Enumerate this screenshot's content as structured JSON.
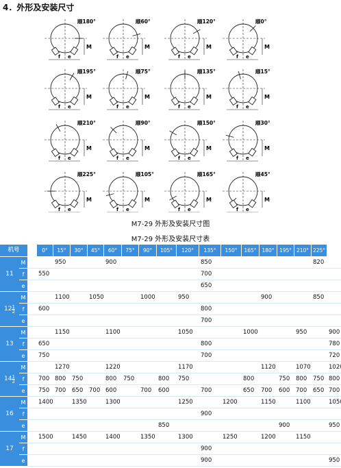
{
  "heading": "4．外形及安装尺寸",
  "figure_caption": "M7-29 外形及安装尺寸图",
  "table_caption": "M7-29 外形及安装尺寸表",
  "diagram_labels": [
    "顺180°",
    "顺60°",
    "顺120°",
    "顺0°",
    "顺195°",
    "顺75°",
    "顺135°",
    "顺15°",
    "顺210°",
    "顺90°",
    "顺150°",
    "顺30°",
    "顺225°",
    "顺105°",
    "顺165°",
    "顺45°"
  ],
  "dimension_letters": {
    "M": "M",
    "f": "f",
    "e": "e"
  },
  "table": {
    "header_model": "机号",
    "angles": [
      "0°",
      "15°",
      "30°",
      "45°",
      "60°",
      "75°",
      "90°",
      "105°",
      "120°",
      "135°",
      "150°",
      "165°",
      "180°",
      "195°",
      "210°",
      "225°"
    ],
    "rows": [
      {
        "model": "11",
        "param": "M",
        "values": [
          {
            "col": 1,
            "text": "950"
          },
          {
            "col": 4,
            "text": "900"
          },
          {
            "col": 9,
            "text": "850"
          },
          {
            "col": 15,
            "text": "820"
          }
        ]
      },
      {
        "model": "11",
        "param": "f",
        "values": [
          {
            "col": 0,
            "text": "550"
          },
          {
            "col": 9,
            "text": "700"
          }
        ]
      },
      {
        "model": "11",
        "param": "e",
        "values": [
          {
            "col": 9,
            "text": "650"
          }
        ]
      },
      {
        "model": "12 1/2",
        "param": "M",
        "values": [
          {
            "col": 1,
            "text": "1100"
          },
          {
            "col": 3,
            "text": "1050"
          },
          {
            "col": 6,
            "text": "1000"
          },
          {
            "col": 8,
            "text": "950"
          },
          {
            "col": 12,
            "text": "900"
          },
          {
            "col": 15,
            "text": "850"
          }
        ]
      },
      {
        "model": "12 1/2",
        "param": "f",
        "values": [
          {
            "col": 0,
            "text": "600"
          },
          {
            "col": 9,
            "text": "800"
          }
        ]
      },
      {
        "model": "12 1/2",
        "param": "e",
        "values": [
          {
            "col": 9,
            "text": "700"
          }
        ]
      },
      {
        "model": "13",
        "param": "M",
        "values": [
          {
            "col": 1,
            "text": "1150"
          },
          {
            "col": 4,
            "text": "1100"
          },
          {
            "col": 8,
            "text": "1050"
          },
          {
            "col": 11,
            "text": "1000"
          },
          {
            "col": 14,
            "text": "950"
          },
          {
            "col": 16,
            "text": "900"
          }
        ]
      },
      {
        "model": "13",
        "param": "f",
        "values": [
          {
            "col": 0,
            "text": "650"
          },
          {
            "col": 9,
            "text": "800"
          },
          {
            "col": 16,
            "text": "780"
          }
        ]
      },
      {
        "model": "13",
        "param": "e",
        "values": [
          {
            "col": 0,
            "text": "750"
          },
          {
            "col": 9,
            "text": "700"
          },
          {
            "col": 16,
            "text": "720"
          }
        ]
      },
      {
        "model": "14 1/2",
        "param": "M",
        "values": [
          {
            "col": 1,
            "text": "1270"
          },
          {
            "col": 4,
            "text": "1220"
          },
          {
            "col": 8,
            "text": "1170"
          },
          {
            "col": 12,
            "text": "1120"
          },
          {
            "col": 14,
            "text": "1070"
          },
          {
            "col": 16,
            "text": "1020"
          }
        ]
      },
      {
        "model": "14 1/2",
        "param": "f",
        "values": [
          {
            "col": 0,
            "text": "700"
          },
          {
            "col": 1,
            "text": "800"
          },
          {
            "col": 2,
            "text": "750"
          },
          {
            "col": 4,
            "text": "800"
          },
          {
            "col": 5,
            "text": "750"
          },
          {
            "col": 7,
            "text": "800"
          },
          {
            "col": 8,
            "text": "750"
          },
          {
            "col": 11,
            "text": "800"
          },
          {
            "col": 13,
            "text": "750"
          },
          {
            "col": 14,
            "text": "800"
          },
          {
            "col": 15,
            "text": "750"
          },
          {
            "col": 16,
            "text": "800"
          }
        ]
      },
      {
        "model": "14 1/2",
        "param": "e",
        "values": [
          {
            "col": 0,
            "text": "750"
          },
          {
            "col": 1,
            "text": "700"
          },
          {
            "col": 2,
            "text": "650"
          },
          {
            "col": 3,
            "text": "700"
          },
          {
            "col": 4,
            "text": "600"
          },
          {
            "col": 6,
            "text": "700"
          },
          {
            "col": 7,
            "text": "600"
          },
          {
            "col": 9,
            "text": "700"
          },
          {
            "col": 11,
            "text": "650"
          },
          {
            "col": 12,
            "text": "700"
          },
          {
            "col": 13,
            "text": "600"
          },
          {
            "col": 14,
            "text": "700"
          },
          {
            "col": 15,
            "text": "650"
          },
          {
            "col": 16,
            "text": "700"
          }
        ]
      },
      {
        "model": "16",
        "param": "M",
        "values": [
          {
            "col": 0,
            "text": "1400"
          },
          {
            "col": 2,
            "text": "1350"
          },
          {
            "col": 4,
            "text": "1300"
          },
          {
            "col": 8,
            "text": "1250"
          },
          {
            "col": 10,
            "text": "1200"
          },
          {
            "col": 12,
            "text": "1150"
          },
          {
            "col": 14,
            "text": "1100"
          },
          {
            "col": 16,
            "text": "1050"
          }
        ]
      },
      {
        "model": "16",
        "param": "f",
        "values": [
          {
            "col": 9,
            "text": "900"
          }
        ]
      },
      {
        "model": "16",
        "param": "e",
        "values": [
          {
            "col": 7,
            "text": "850"
          },
          {
            "col": 13,
            "text": "900"
          },
          {
            "col": 16,
            "text": "950"
          }
        ]
      },
      {
        "model": "17",
        "param": "M",
        "values": [
          {
            "col": 0,
            "text": "1500"
          },
          {
            "col": 2,
            "text": "1450"
          },
          {
            "col": 4,
            "text": "1400"
          },
          {
            "col": 6,
            "text": "1350"
          },
          {
            "col": 8,
            "text": "1300"
          },
          {
            "col": 10,
            "text": "1250"
          },
          {
            "col": 12,
            "text": "1200"
          },
          {
            "col": 14,
            "text": "1150"
          }
        ]
      },
      {
        "model": "17",
        "param": "f",
        "values": [
          {
            "col": 9,
            "text": "900"
          }
        ]
      },
      {
        "model": "17",
        "param": "e",
        "values": [
          {
            "col": 9,
            "text": "900"
          },
          {
            "col": 16,
            "text": "950"
          }
        ]
      }
    ]
  },
  "colors": {
    "header_bg": "#3a8ede",
    "row_bg": "#d7eaf8",
    "cell_bg": "#ffffff",
    "text": "#111111"
  }
}
